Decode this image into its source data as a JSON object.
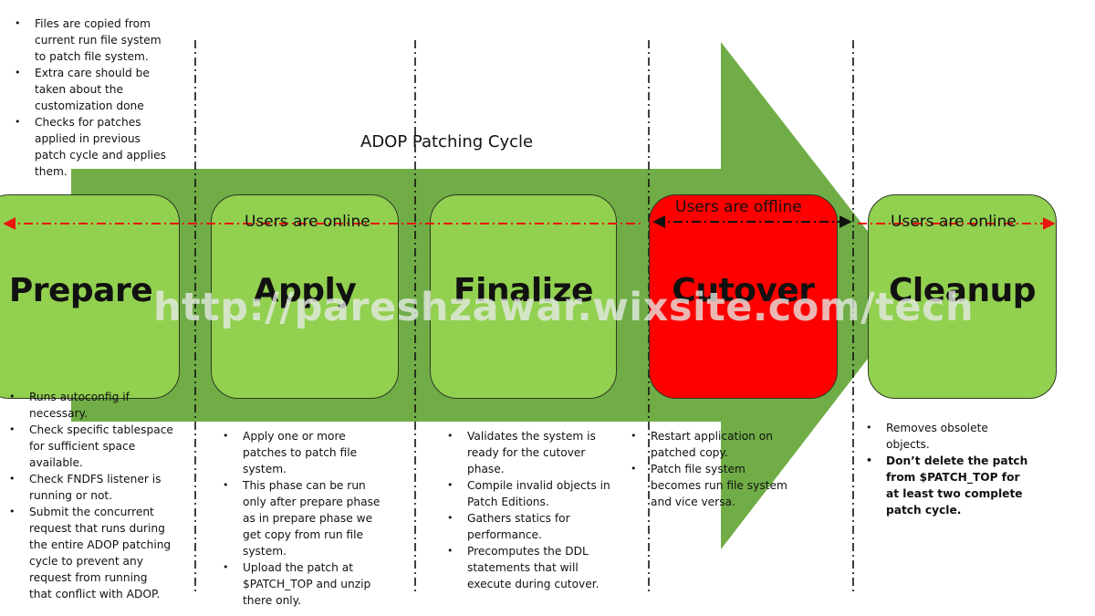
{
  "diagram": {
    "title": "ADOP Patching Cycle",
    "phases": [
      {
        "id": "prepare",
        "label": "Prepare",
        "color": "#92d050"
      },
      {
        "id": "apply",
        "label": "Apply",
        "color": "#92d050"
      },
      {
        "id": "finalize",
        "label": "Finalize",
        "color": "#92d050"
      },
      {
        "id": "cutover",
        "label": "Cutover",
        "color": "#ff0000"
      },
      {
        "id": "cleanup",
        "label": "Cleanup",
        "color": "#92d050"
      }
    ],
    "status": {
      "online_label": "Users are online",
      "offline_label": "Users are offline",
      "online_line_color": "#e8160c",
      "offline_line_color": "#111111"
    },
    "arrow_color": "#70ad47",
    "watermark": "http://pareshzawar.wixsite.com/tech",
    "notes": {
      "prepare_top": [
        "Files are copied from current run file system to patch file system.",
        "Extra care should be taken about the customization done",
        "Checks for patches applied in previous patch cycle and applies them."
      ],
      "prepare_bottom": [
        "Runs autoconfig if necessary.",
        "Check specific tablespace for sufficient space available.",
        "Check FNDFS listener is running or not.",
        "Submit the concurrent request that runs during the entire ADOP patching cycle to prevent any request from running that conflict with ADOP."
      ],
      "apply": [
        "Apply one or more patches to patch file system.",
        "This phase can be run only after prepare phase as in prepare phase we get copy from run file system.",
        "Upload the patch at $PATCH_TOP and unzip there only."
      ],
      "finalize": [
        "Validates the system is ready for the cutover phase.",
        "Compile invalid objects in Patch Editions.",
        "Gathers statics for performance.",
        "Precomputes the DDL statements that will execute during cutover."
      ],
      "cutover": [
        "Restart application on patched copy.",
        "Patch file system becomes run file system and vice versa."
      ],
      "cleanup": [
        "Removes obsolete objects.",
        "Don’t delete the patch from $PATCH_TOP for at least two complete patch cycle."
      ]
    }
  }
}
